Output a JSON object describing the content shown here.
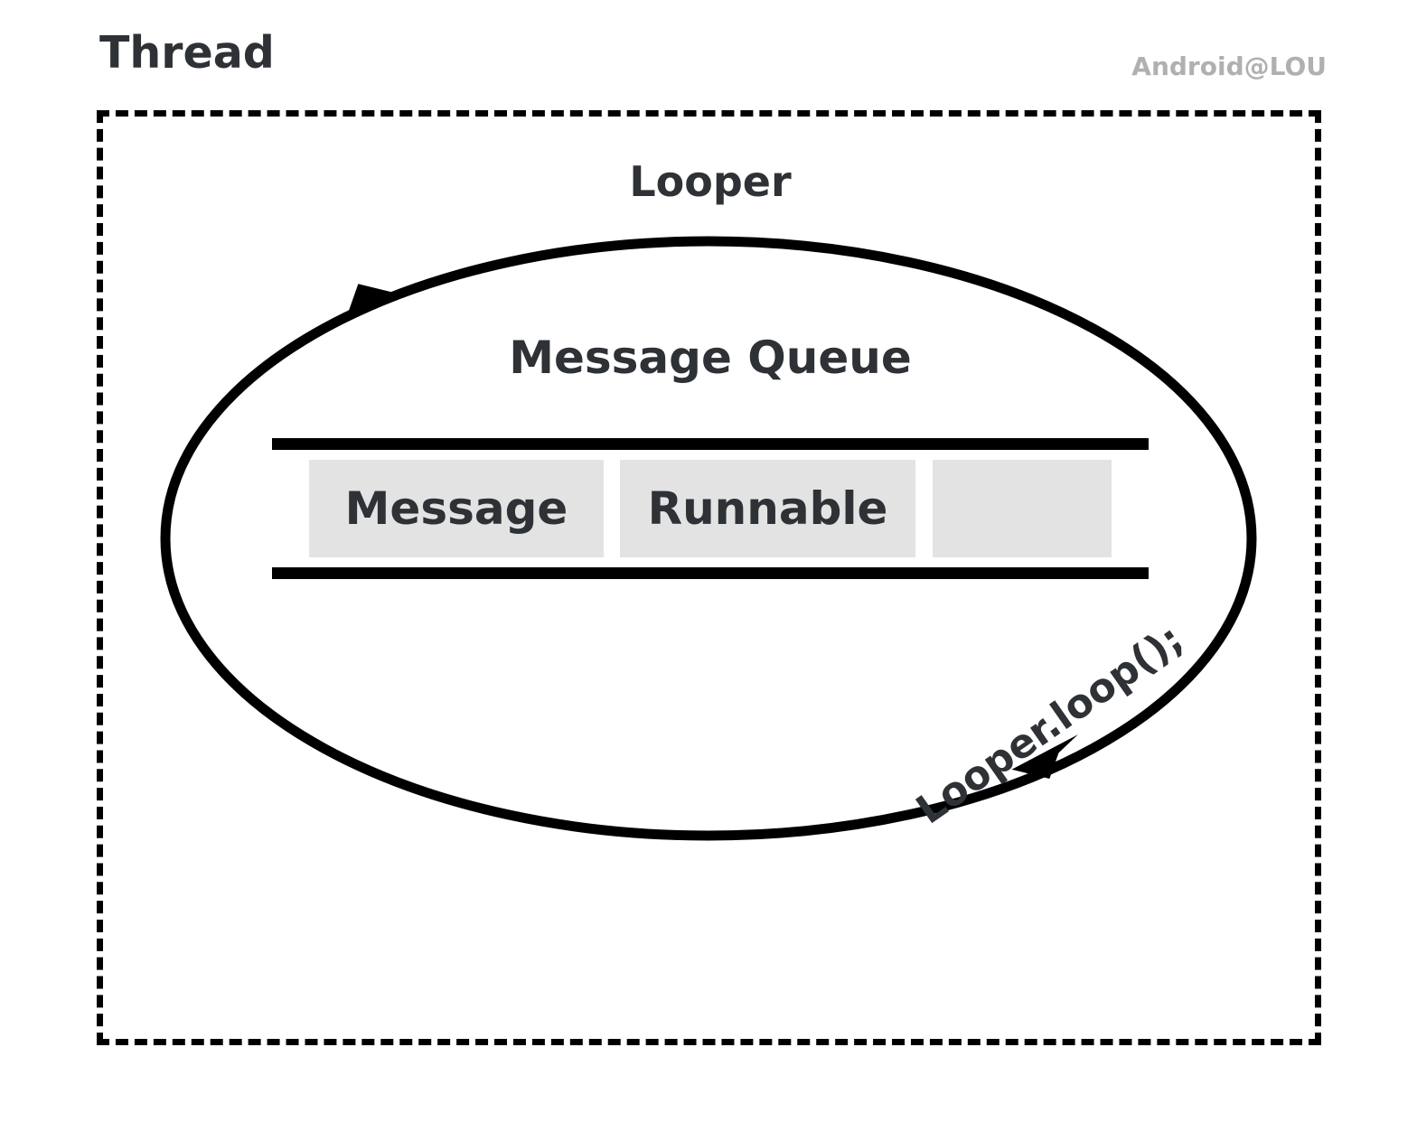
{
  "diagram": {
    "title": "Thread",
    "watermark": "Android@LOU",
    "looper_label": "Looper",
    "message_queue_label": "Message Queue",
    "loop_call_label": "Looper.loop();",
    "queue_slots": [
      {
        "label": "Message"
      },
      {
        "label": "Runnable"
      },
      {
        "label": ""
      }
    ],
    "colors": {
      "text": "#2e3135",
      "watermark": "#b0b0b0",
      "slot_fill": "#e3e3e3",
      "stroke": "#000000",
      "background": "#ffffff"
    }
  }
}
